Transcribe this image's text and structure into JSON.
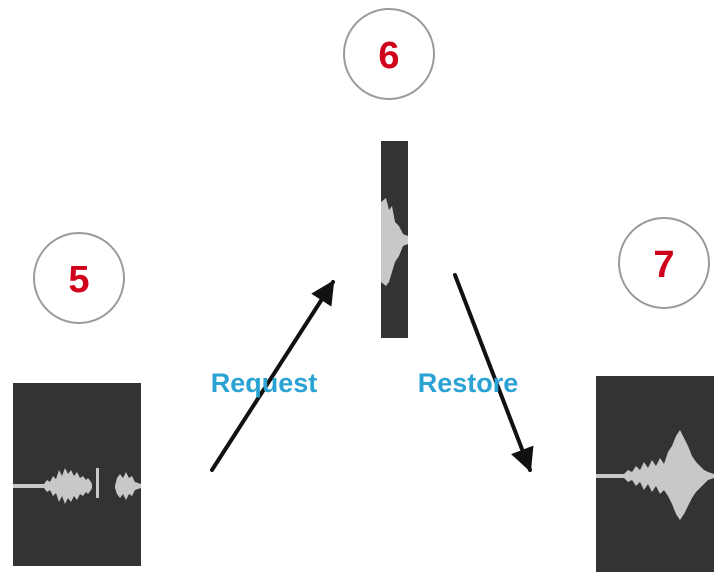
{
  "colors": {
    "step_number": "#d0021b",
    "label": "#2aa2d4",
    "panel": "#333333",
    "waveform": "#c8c8c8",
    "circle_stroke": "#9a9a9a",
    "arrow": "#111111"
  },
  "steps": [
    {
      "number": "5"
    },
    {
      "number": "6"
    },
    {
      "number": "7"
    }
  ],
  "actions": {
    "request": "Request",
    "restore": "Restore"
  }
}
